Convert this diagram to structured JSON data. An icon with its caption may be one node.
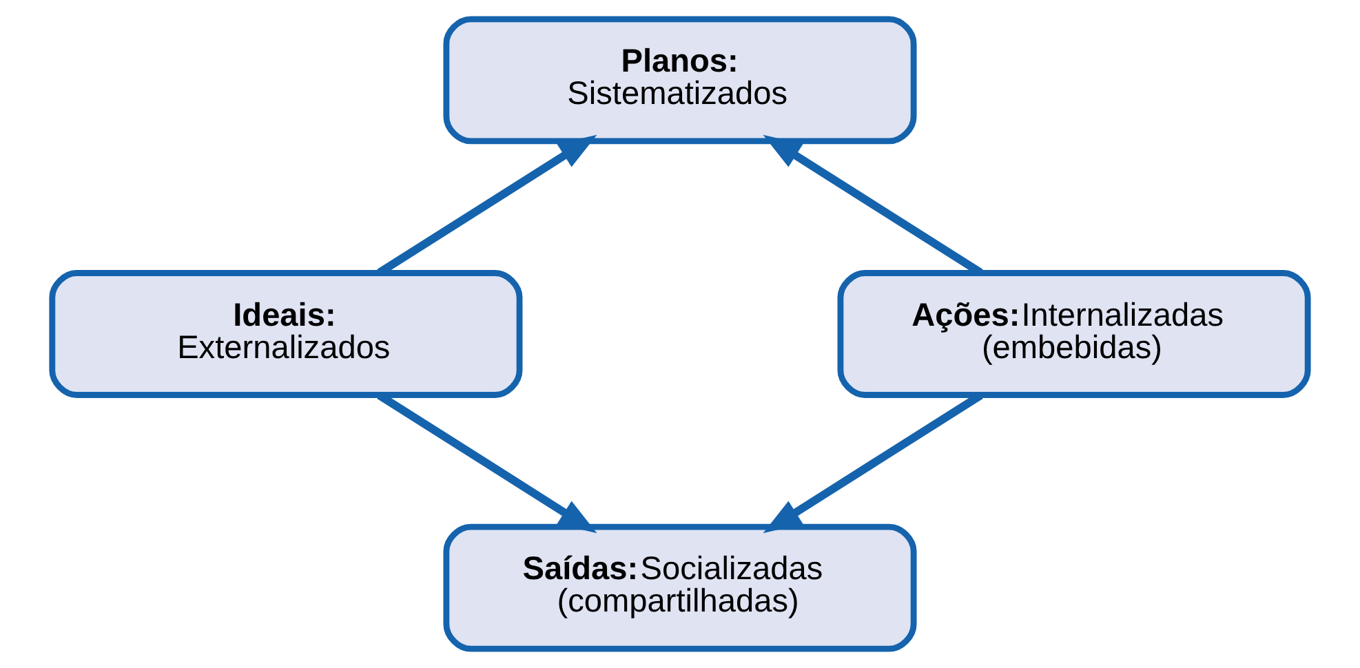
{
  "diagram": {
    "nodes": [
      {
        "text": [
          "Planos:",
          "Sistematizados"
        ]
      },
      {
        "text": [
          "Ideais:",
          "Externalizados"
        ]
      },
      {
        "text": [
          "Ações:",
          "Internalizadas (embebidas)"
        ]
      },
      {
        "text": [
          "Saídas:",
          "Socializadas (compartilhadas)"
        ]
      }
    ],
    "edges": [
      {
        "from": 1,
        "to": 0,
        "arrow": "to"
      },
      {
        "from": 2,
        "to": 0,
        "arrow": "to"
      },
      {
        "from": 1,
        "to": 3,
        "arrow": "to"
      },
      {
        "from": 2,
        "to": 3,
        "arrow": "to"
      }
    ]
  }
}
